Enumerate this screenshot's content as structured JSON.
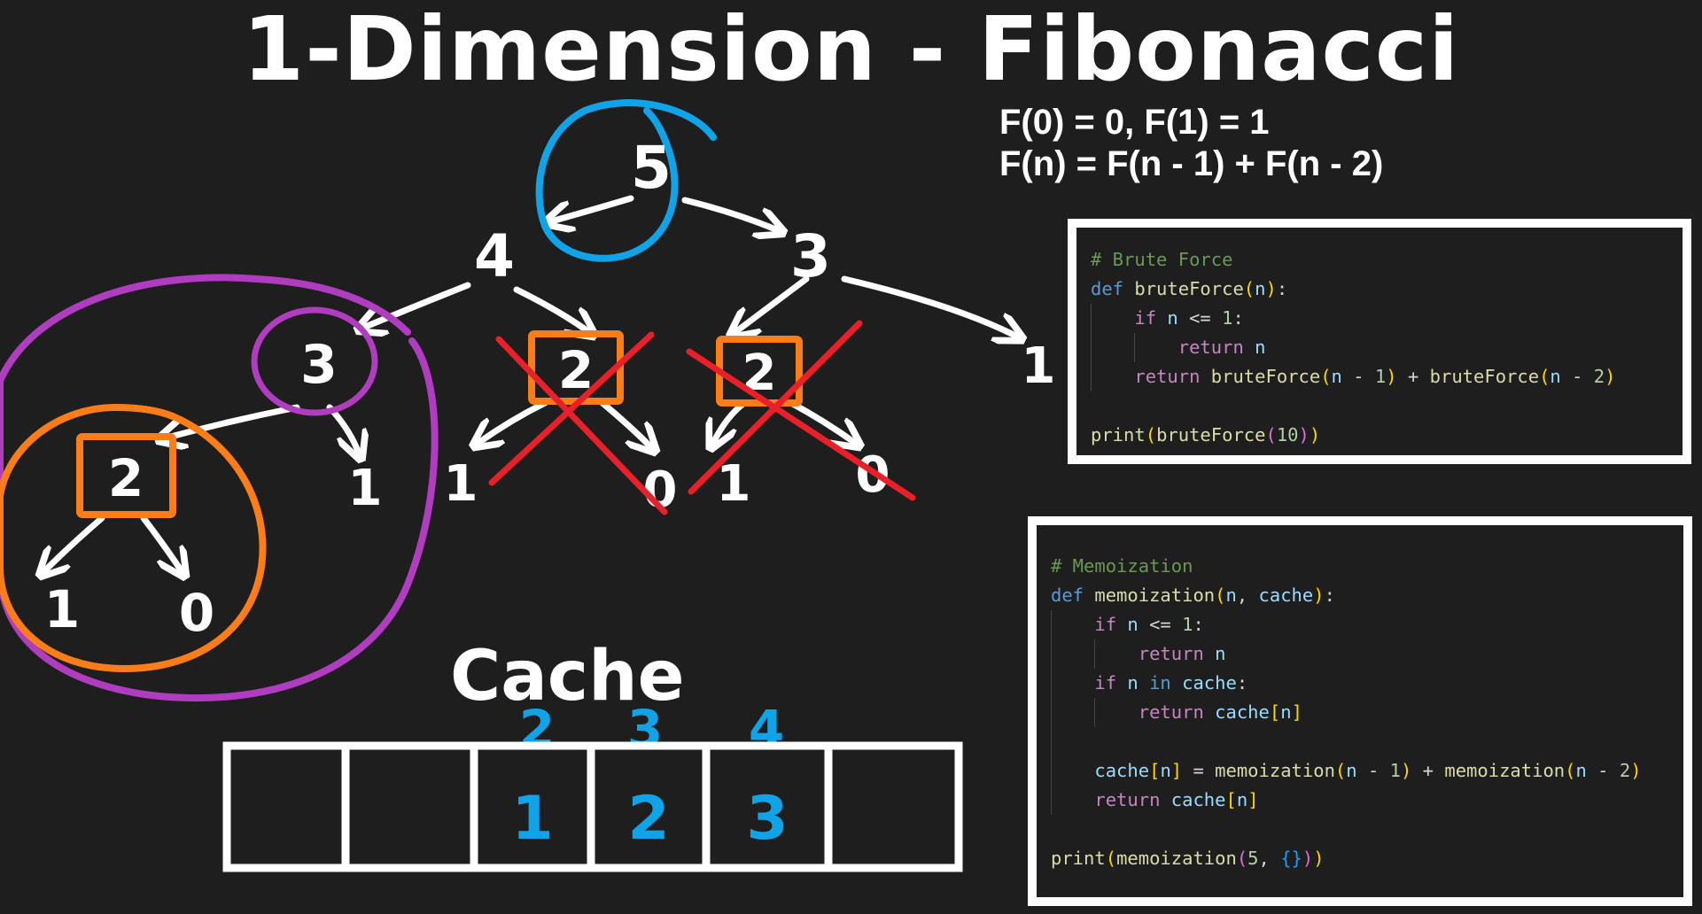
{
  "title": "1-Dimension - Fibonacci",
  "formulas": {
    "base": "F(0) = 0, F(1) = 1",
    "recurrence": "F(n) = F(n - 1) + F(n - 2)"
  },
  "tree": {
    "root": "5",
    "left_child": "4",
    "right_child": "3",
    "left_left": "3",
    "left_right_crossed": "2",
    "right_left_crossed": "2",
    "right_right_leaf": "1",
    "level3": {
      "left_left_left": "2",
      "left_left_right": "1",
      "crossed1_left": "1",
      "crossed1_right": "0",
      "crossed2_left": "1",
      "crossed2_right": "0"
    },
    "level4": {
      "left": "1",
      "right": "0"
    }
  },
  "cache": {
    "label": "Cache",
    "indices": [
      "2",
      "3",
      "4"
    ],
    "cells": [
      "",
      "",
      "1",
      "2",
      "3",
      ""
    ]
  },
  "colors": {
    "background": "#1e1e1e",
    "ink": "#ffffff",
    "blue": "#10a3e8",
    "purple": "#b03cc0",
    "orange": "#fb7d1a",
    "red": "#e8202a"
  },
  "code": {
    "brute_force": {
      "comment": "# Brute Force",
      "def_kw": "def",
      "func_name": "bruteForce",
      "param": "n",
      "if_kw": "if",
      "cond_num": "1",
      "return_kw": "return",
      "print_fn": "print",
      "print_arg": "10"
    },
    "memoization": {
      "comment": "# Memoization",
      "def_kw": "def",
      "func_name": "memoization",
      "param_n": "n",
      "param_cache": "cache",
      "if_kw": "if",
      "in_kw": "in",
      "return_kw": "return",
      "print_fn": "print",
      "print_arg": "5"
    }
  }
}
